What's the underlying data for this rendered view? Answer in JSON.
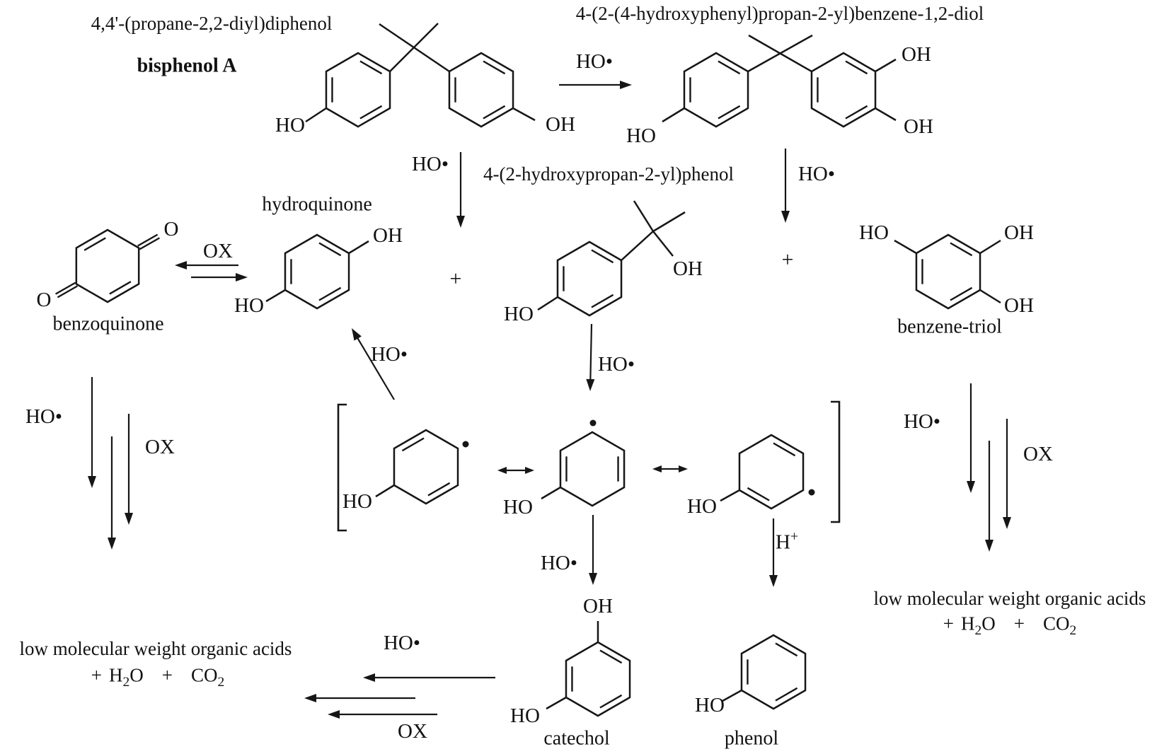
{
  "labels": {
    "oh": "OH",
    "ho": "HO",
    "o": "O",
    "plus": "+",
    "hydroxyl_radical": "HO•",
    "oxidant": "OX",
    "proton_base": "H",
    "proton_sup": "+"
  },
  "species": {
    "bisphenol_a_iupac": "4,4'-(propane-2,2-diyl)diphenol",
    "bisphenol_a": "bisphenol A",
    "diol_iupac": "4-(2-(4-hydroxyphenyl)propan-2-yl)benzene-1,2-diol",
    "hydroxypropyl_phenol_iupac": "4-(2-hydroxypropan-2-yl)phenol",
    "hydroquinone": "hydroquinone",
    "benzoquinone": "benzoquinone",
    "benzene_triol": "benzene-triol",
    "catechol": "catechol",
    "phenol": "phenol"
  },
  "products": {
    "organic_acids": "low molecular weight organic acids",
    "plus": "+",
    "h2o_base": "H",
    "h2o_sub": "2",
    "h2o_tail": "O",
    "co2_base": "CO",
    "co2_sub": "2"
  }
}
